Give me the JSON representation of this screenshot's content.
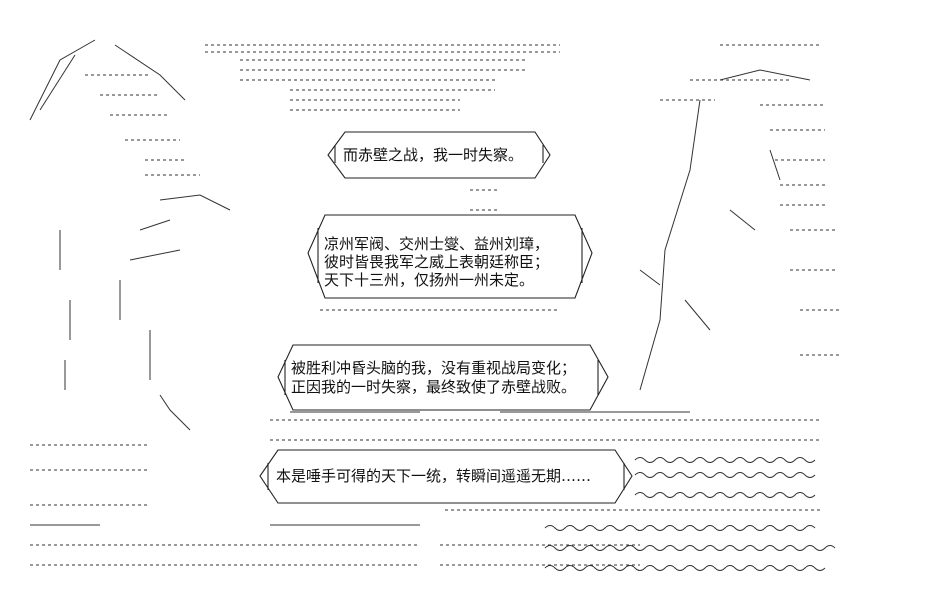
{
  "bubbles": [
    {
      "lines": [
        "而赤壁之战，我一时失察。"
      ]
    },
    {
      "lines": [
        "凉州军阀、交州士燮、益州刘璋，",
        "彼时皆畏我军之威上表朝廷称臣；",
        "天下十三州，仅扬州一州未定。"
      ]
    },
    {
      "lines": [
        "被胜利冲昏头脑的我，没有重视战局变化；",
        "正因我的一时失察，最终致使了赤壁战败。"
      ]
    },
    {
      "lines": [
        "本是唾手可得的天下一统，转瞬间遥遥无期……"
      ]
    }
  ],
  "colors": {
    "ink": "#111111",
    "art": "#333333",
    "background": "#ffffff"
  }
}
